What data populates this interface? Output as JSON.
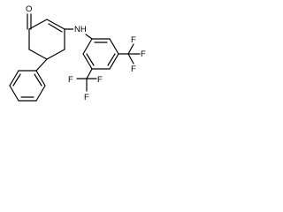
{
  "molecule": {
    "atoms": {
      "oxygen": "O",
      "nitrogen_h": "NH",
      "fluorine": "F"
    }
  }
}
